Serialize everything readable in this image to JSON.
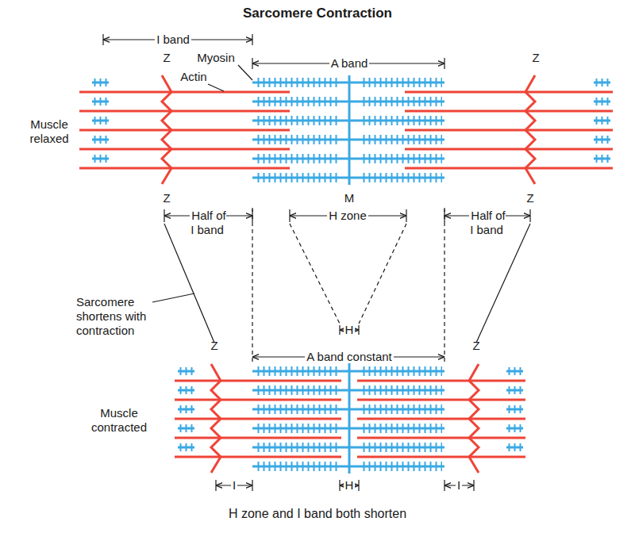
{
  "diagram": {
    "title": "Sarcomere Contraction",
    "caption": "H zone and I band both shorten",
    "labels": [
      "I band",
      "Z",
      "Myosin",
      "A band",
      "Z",
      "Actin",
      "Muscle relaxed",
      "Z",
      "M",
      "Z",
      "Half of I band",
      "H zone",
      "Half of I band",
      "Sarcomere shortens with contraction",
      "H",
      "Z",
      "A band constant",
      "Z",
      "Muscle contracted",
      "I",
      "H",
      "I"
    ]
  }
}
